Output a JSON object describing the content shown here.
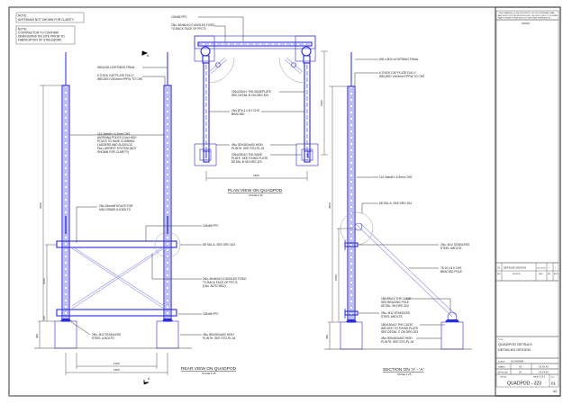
{
  "notes": {
    "note1": [
      "NOTE:",
      "ANTENNAS NOT SHOWN FOR CLARITY"
    ],
    "note2": [
      "NOTE:",
      "CONTRACTOR TO CONFIRM",
      "DIMENSIONS ON SITE PRIOR TO",
      "FABRICATION OF STEELWORK"
    ]
  },
  "rear_view": {
    "title": "REAR VIEW ON QUADPOD",
    "scale": "SCALE 1:25",
    "labels": {
      "lightning_final": "500x10Ø LIGHTNING FINIAL",
      "cap_plate": [
        "6 THICK CAP PLATE FULLY",
        "WELDED VIA 6mm FPFW TO CHS"
      ],
      "chs": [
        "114.3mmØ x 6.3mm CHS",
        "ANTENNA POLES 3.0m HIGH",
        "POLES TO HAVE CLIMBING",
        "LADDERS AND SLIDELOC",
        "FALL ARREST SYSTEM (NOT",
        "SHOWN FOR CLARITY)"
      ],
      "holes": [
        "2No 18mmØ HOLES FOR",
        "M16 GRADE 8.8 BOLTS"
      ],
      "pfc_top": "125x65 PFC",
      "detail_a": "DETAIL A. SEE DRG 324",
      "angles": [
        "2No. 60x60x10 E ANGLES FIXED",
        "TO BACK FACE OF PFC'S",
        "(1No. NOTCHED)"
      ],
      "pfc_bottom": "125x65 PFC",
      "ubolts": [
        "2No. M12 STAINLESS",
        "STEEL U-BOLTS"
      ],
      "plinth": [
        "4No 300x300x400 HIGH",
        "PLINTH. SEE STD-PL-04"
      ]
    },
    "dims": {
      "height": "3000",
      "brace": "1000",
      "small": "240",
      "plinth": "400",
      "inner": "1200",
      "outer": "1600"
    },
    "section_marker": "A"
  },
  "plan_view": {
    "title": "PLAN VIEW ON QUADPOD",
    "scale": "SCALE 1:25",
    "labels": {
      "pfc": "125x65 PFC",
      "angles": [
        "2No. 60x60x10 E ANGLES FIXED",
        "TO BACK FACE OF PFC'S"
      ],
      "baseplate": [
        "225x225x10 THK BASEPLATE",
        "SEE DETAIL B ON DRG 324"
      ],
      "bracing": [
        "2No Ø76.1 x 5.0 CHS",
        "BRACING"
      ],
      "plinth": [
        "4No 300x300x400 HIGH",
        "PLINTH. SEE STD-PL-04"
      ],
      "base_plate": [
        "225x225x10 THK BASE",
        "PLATE. SEE FIXING PLATE",
        "DETAIL B ON DRG 324"
      ]
    },
    "dims": {
      "width": "1500",
      "depth": "1500"
    }
  },
  "section_view": {
    "title": "SECTION ON 'A' - 'A'",
    "scale": "SCALE 1:25",
    "labels": {
      "lightning_final": "500 x Ø10 LIGHTNING FINIAL",
      "cap_plate": [
        "6 THICK CAP PLATE FULLY",
        "WELDED VIA 6mm FPFW TO CHS"
      ],
      "chs": "114.3mmØ x 6.3mm CHS",
      "detail_a": "DETAIL A. SEE DRG 324",
      "ubolts_top": [
        "2No. M12 STAINLESS",
        "STEEL UBOLTS"
      ],
      "brace_pole": [
        "76.10 x 5.0 CHS",
        "BRACING POLE"
      ],
      "cleat_top": [
        "180x95x10 THK CLEAT",
        "SEE BRACING POLE",
        "DETAIL ON DRG 324"
      ],
      "ubolts_bottom": [
        "2No. M12 STAINLESS",
        "STEEL UBOLTS"
      ],
      "cleat_bottom": [
        "180x150x10 THK CLEAT",
        "WELDED TO FIXING PLATE",
        "SEE DETAIL C ON DRG 323"
      ],
      "plinth": [
        "4No 300x300x400 HIGH",
        "PLINTH. SEE STD-PL-04"
      ]
    },
    "dims": {
      "height": "3000",
      "brace": "1500",
      "plinth": "400"
    }
  },
  "title_block": {
    "copyright": [
      "THIS DRAWING IS THE PROPERTY OF XXX INTERNATIONAL",
      "AND MUST NOT BE REPRODUCED OR DISCLOSED TO A THIRD",
      "PARTY IN ANY FORM WITHOUT WRITTEN PERMISSION"
    ],
    "notes_header": "NOTES",
    "revision": {
      "rev": "01",
      "description": "DETAILED DESIGN",
      "date": "XX.XX.XX",
      "by": "/",
      "chk": "/"
    },
    "revision_headers": {
      "rev": "REV",
      "description": "REVISION",
      "date": "DATE",
      "by": "INIT",
      "chk": "APPD"
    },
    "title_label": "TITLE",
    "title_line1": "QUADPOD DETAILS",
    "title_line2": "DETAILED DESIGN",
    "scale_label": "SCALE",
    "scale_value": "AS SHOWN",
    "drawn_label": "DRAWN",
    "drawn_by": "XX",
    "drawn_date": "XX.XX.XX",
    "approved_label": "APPROVED",
    "approved_by": "XX",
    "approved_date": "XX.XX.XX",
    "drg_label": "DRG No.",
    "sheet_label": "SHEET",
    "sheet_value": "1 of 1",
    "rev_label": "Rev",
    "drawing_number": "QUADPOD - 323",
    "drawing_rev": "01",
    "paper_size": "A3"
  }
}
